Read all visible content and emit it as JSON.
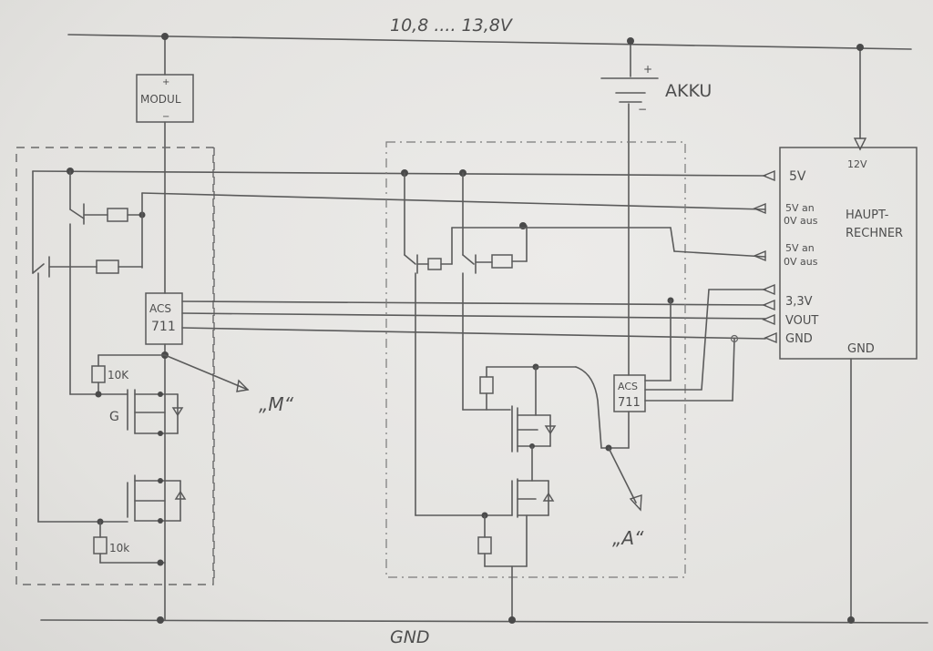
{
  "supply": {
    "voltage_label": "10,8 .... 13,8V",
    "ground_label": "GND"
  },
  "module": {
    "plus": "+",
    "label": "MODUL",
    "minus": "−"
  },
  "battery": {
    "label": "AKKU",
    "plus": "+",
    "minus": "−"
  },
  "sensor_left": {
    "line1": "ACS",
    "line2": "711"
  },
  "sensor_right": {
    "line1": "ACS",
    "line2": "711"
  },
  "resistors": {
    "top": "10K",
    "bottom": "10k"
  },
  "gate_label": "G",
  "probe_m": "„M“",
  "probe_a": "„A“",
  "main_computer": {
    "title_line1": "HAUPT-",
    "title_line2": "RECHNER",
    "in_12v": "12V",
    "pin_5v": "5V",
    "pin_switch1_line1": "5V an",
    "pin_switch1_line2": "0V aus",
    "pin_switch2_line1": "5V an",
    "pin_switch2_line2": "0V aus",
    "pin_3v3": "3,3V",
    "pin_vout": "VOUT",
    "pin_gnd": "GND",
    "gnd_bottom": "GND"
  }
}
